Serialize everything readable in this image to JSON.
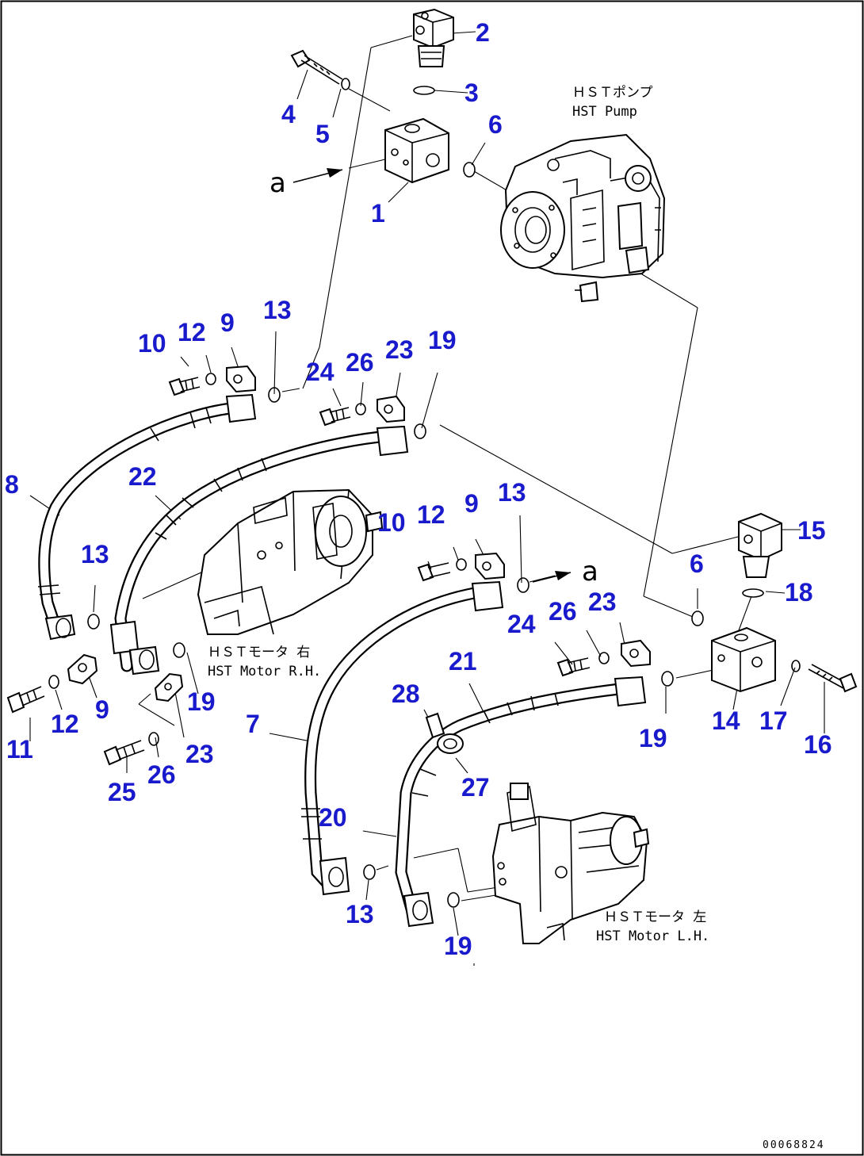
{
  "callouts": {
    "c1": "1",
    "c2": "2",
    "c3": "3",
    "c4": "4",
    "c5": "5",
    "c6a": "6",
    "c6b": "6",
    "c7": "7",
    "c8": "8",
    "c9a": "9",
    "c9b": "9",
    "c9c": "9",
    "c10a": "10",
    "c10b": "10",
    "c11": "11",
    "c12a": "12",
    "c12b": "12",
    "c12c": "12",
    "c13a": "13",
    "c13b": "13",
    "c13c": "13",
    "c13d": "13",
    "c14": "14",
    "c15": "15",
    "c16": "16",
    "c17": "17",
    "c18": "18",
    "c19a": "19",
    "c19b": "19",
    "c19c": "19",
    "c19d": "19",
    "c20": "20",
    "c21": "21",
    "c22": "22",
    "c23a": "23",
    "c23b": "23",
    "c23c": "23",
    "c24a": "24",
    "c24b": "24",
    "c25": "25",
    "c26a": "26",
    "c26b": "26",
    "c26c": "26",
    "c27": "27",
    "c28": "28"
  },
  "labels": {
    "pump_jp": "ＨＳＴポンプ",
    "pump_en": "HST Pump",
    "motor_rh_jp": "ＨＳＴモータ 右",
    "motor_rh_en": "HST Motor R.H.",
    "motor_lh_jp": "ＨＳＴモータ 左",
    "motor_lh_en": "HST Motor L.H.",
    "view_a_1": "a",
    "view_a_2": "a"
  },
  "part_number": "00068824",
  "colors": {
    "callout": "#1a1acd",
    "line": "#000000",
    "background": "#ffffff"
  }
}
